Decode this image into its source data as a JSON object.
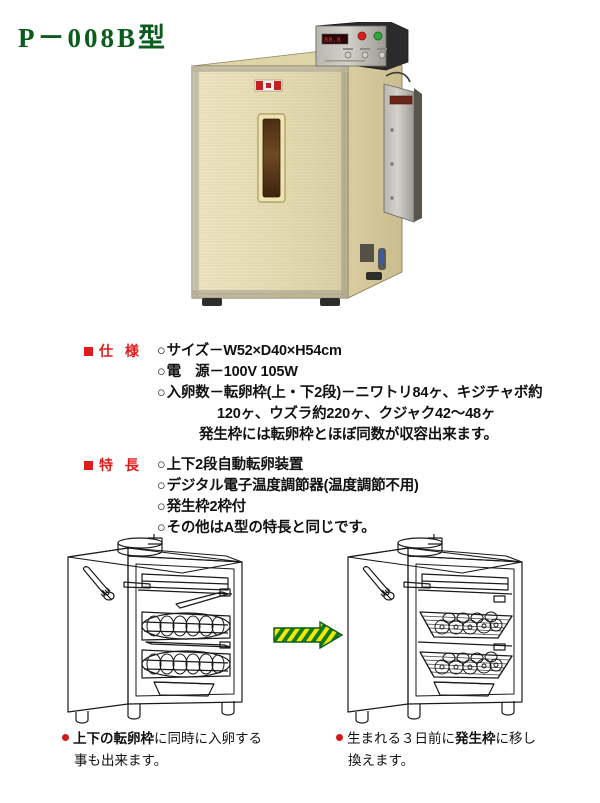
{
  "page": {
    "title": "P－008B型",
    "title_color": "#0a5c1e"
  },
  "product_photo": {
    "alt_name": "incubator-cabinet-photo",
    "cabinet_color": "#e8dcaf",
    "panel_color": "#bfbcb4",
    "display_color": "#c21b1b",
    "lamp_red": "#d42020",
    "lamp_green": "#2fa83a"
  },
  "spec": {
    "marker_color": "#e01b1b",
    "label": "仕 様",
    "lines": [
      {
        "mark": "○",
        "text": "サイズ－W52×D40×H54cm"
      },
      {
        "mark": "○",
        "text": "電　源－100V 105W"
      },
      {
        "mark": "○",
        "text": "入卵数－転卵枠(上・下2段)－ニワトリ84ヶ、キジチャボ約"
      },
      {
        "cont": true,
        "indent": 1,
        "text": "120ヶ、ウズラ約220ヶ、クジャク42〜48ヶ"
      },
      {
        "cont": true,
        "indent": 2,
        "text": "発生枠には転卵枠とほぼ同数が収容出来ます。"
      }
    ]
  },
  "features": {
    "marker_color": "#e01b1b",
    "label": "特 長",
    "lines": [
      {
        "mark": "○",
        "text": "上下2段自動転卵装置"
      },
      {
        "mark": "○",
        "text": "デジタル電子温度調節器(温度調節不用)"
      },
      {
        "mark": "○",
        "text": "発生枠2枠付"
      },
      {
        "mark": "○",
        "text": "その他はA型の特長と同じです。"
      }
    ]
  },
  "diagrams": {
    "left_name": "turning-trays-diagram",
    "right_name": "hatching-trays-diagram",
    "arrow_name": "transfer-arrow",
    "arrow_color": "#0f7a1e",
    "arrow_stripe": "#f2e800"
  },
  "captions": {
    "left": {
      "bullet_color": "#d21919",
      "line1_bold": "上下の転卵枠",
      "line1_rest": "に同時に入卵する",
      "line2": "事も出来ます。"
    },
    "right": {
      "bullet_color": "#d21919",
      "line1_a": "生まれる３日前に",
      "line1_bold": "発生枠",
      "line1_b": "に移し",
      "line2": "換えます。"
    }
  }
}
